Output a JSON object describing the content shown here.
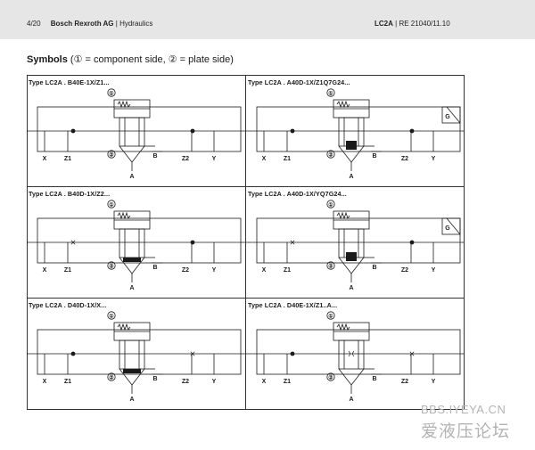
{
  "header": {
    "page": "4/20",
    "company": "Bosch Rexroth AG",
    "section": "Hydraulics",
    "product": "LC2A",
    "doc": "RE 21040/11.10"
  },
  "symbols": {
    "title": "Symbols",
    "legend": "(① = component side, ② = plate side)"
  },
  "panels": [
    {
      "title": "Type LC2A . B40E-1X/Z1...",
      "left_junction": "dot",
      "right_junction": "dot",
      "plug": "none",
      "spring": "simple",
      "g_box": false
    },
    {
      "title": "Type LC2A . A40D-1X/Z1Q7G24...",
      "left_junction": "dot",
      "right_junction": "dot",
      "plug": "cone",
      "spring": "simple",
      "g_box": true
    },
    {
      "title": "Type LC2A . B40D-1X/Z2...",
      "left_junction": "cross",
      "right_junction": "dot",
      "plug": "bar",
      "spring": "simple",
      "g_box": false
    },
    {
      "title": "Type LC2A . A40D-1X/YQ7G24...",
      "left_junction": "cross",
      "right_junction": "dot",
      "plug": "cone",
      "spring": "simple",
      "g_box": true
    },
    {
      "title": "Type LC2A . D40D-1X/X...",
      "left_junction": "dot",
      "right_junction": "cross",
      "plug": "bar",
      "spring": "simple",
      "g_box": false
    },
    {
      "title": "Type LC2A . D40E-1X/Z1..A...",
      "left_junction": "dot",
      "right_junction": "cross",
      "plug": "orifice",
      "spring": "simple",
      "g_box": false
    }
  ],
  "labels": {
    "x": "X",
    "z1": "Z1",
    "z2": "Z2",
    "y": "Y",
    "a": "A",
    "b": "B",
    "component_side": "①",
    "plate_side": "②",
    "g": "G"
  },
  "watermark": {
    "url": "BBS.IYEYA.CN",
    "name": "爱液压论坛"
  }
}
